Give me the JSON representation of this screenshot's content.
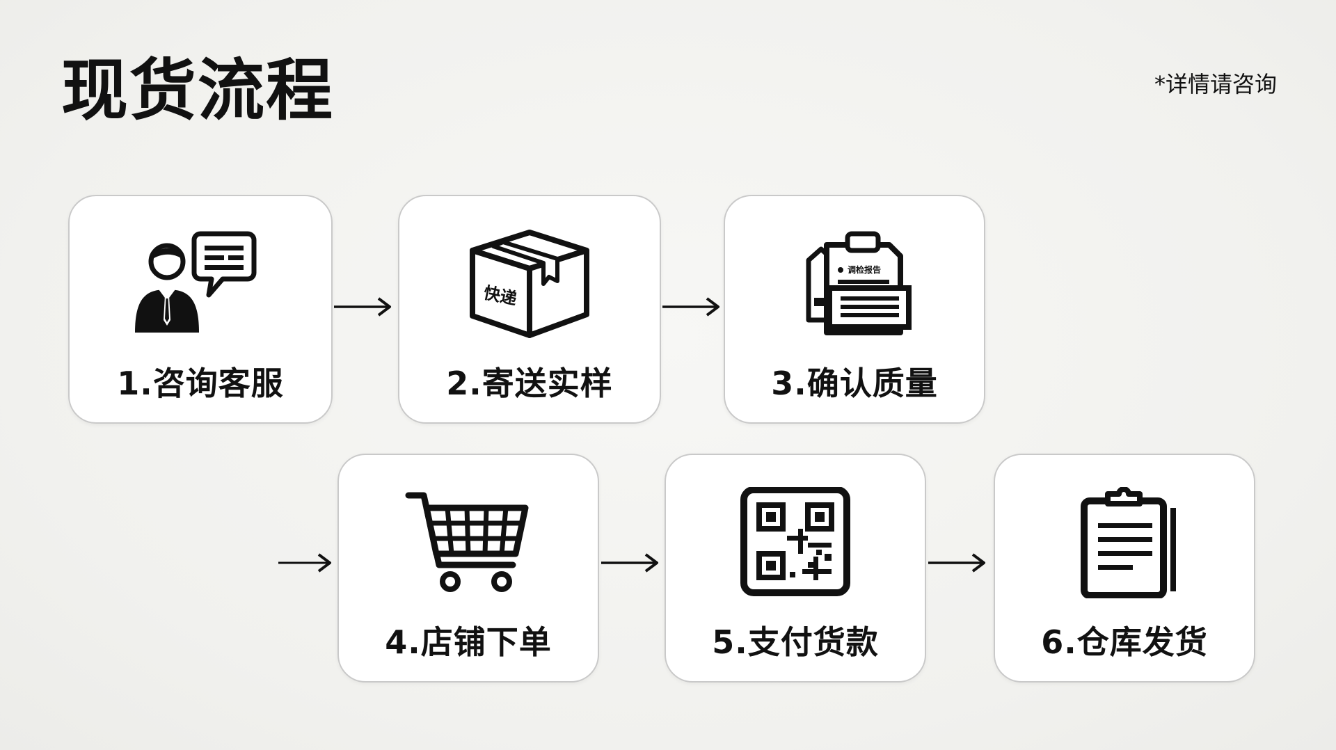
{
  "title": "现货流程",
  "note": "*详情请咨询",
  "steps": [
    {
      "label": "1.咨询客服",
      "icon": "customer-service-icon"
    },
    {
      "label": "2.寄送实样",
      "icon": "package-box-icon",
      "icon_text": "快递"
    },
    {
      "label": "3.确认质量",
      "icon": "inspection-report-icon",
      "icon_text": "调检报告"
    },
    {
      "label": "4.店铺下单",
      "icon": "shopping-cart-icon"
    },
    {
      "label": "5.支付货款",
      "icon": "qr-code-icon"
    },
    {
      "label": "6.仓库发货",
      "icon": "clipboard-icon"
    }
  ]
}
